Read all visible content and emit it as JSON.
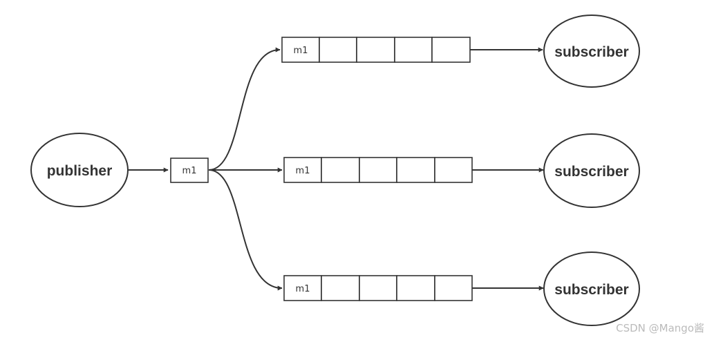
{
  "diagram": {
    "publisher": {
      "label": "publisher"
    },
    "channel": {
      "message": "m1"
    },
    "queues": [
      {
        "message": "m1",
        "empty_cells": 4,
        "subscriber": "subscriber"
      },
      {
        "message": "m1",
        "empty_cells": 4,
        "subscriber": "subscriber"
      },
      {
        "message": "m1",
        "empty_cells": 4,
        "subscriber": "subscriber"
      }
    ]
  },
  "watermark": "CSDN @Mango酱",
  "colors": {
    "stroke": "#333333",
    "watermark": "#bbbbbb",
    "background": "#ffffff"
  }
}
